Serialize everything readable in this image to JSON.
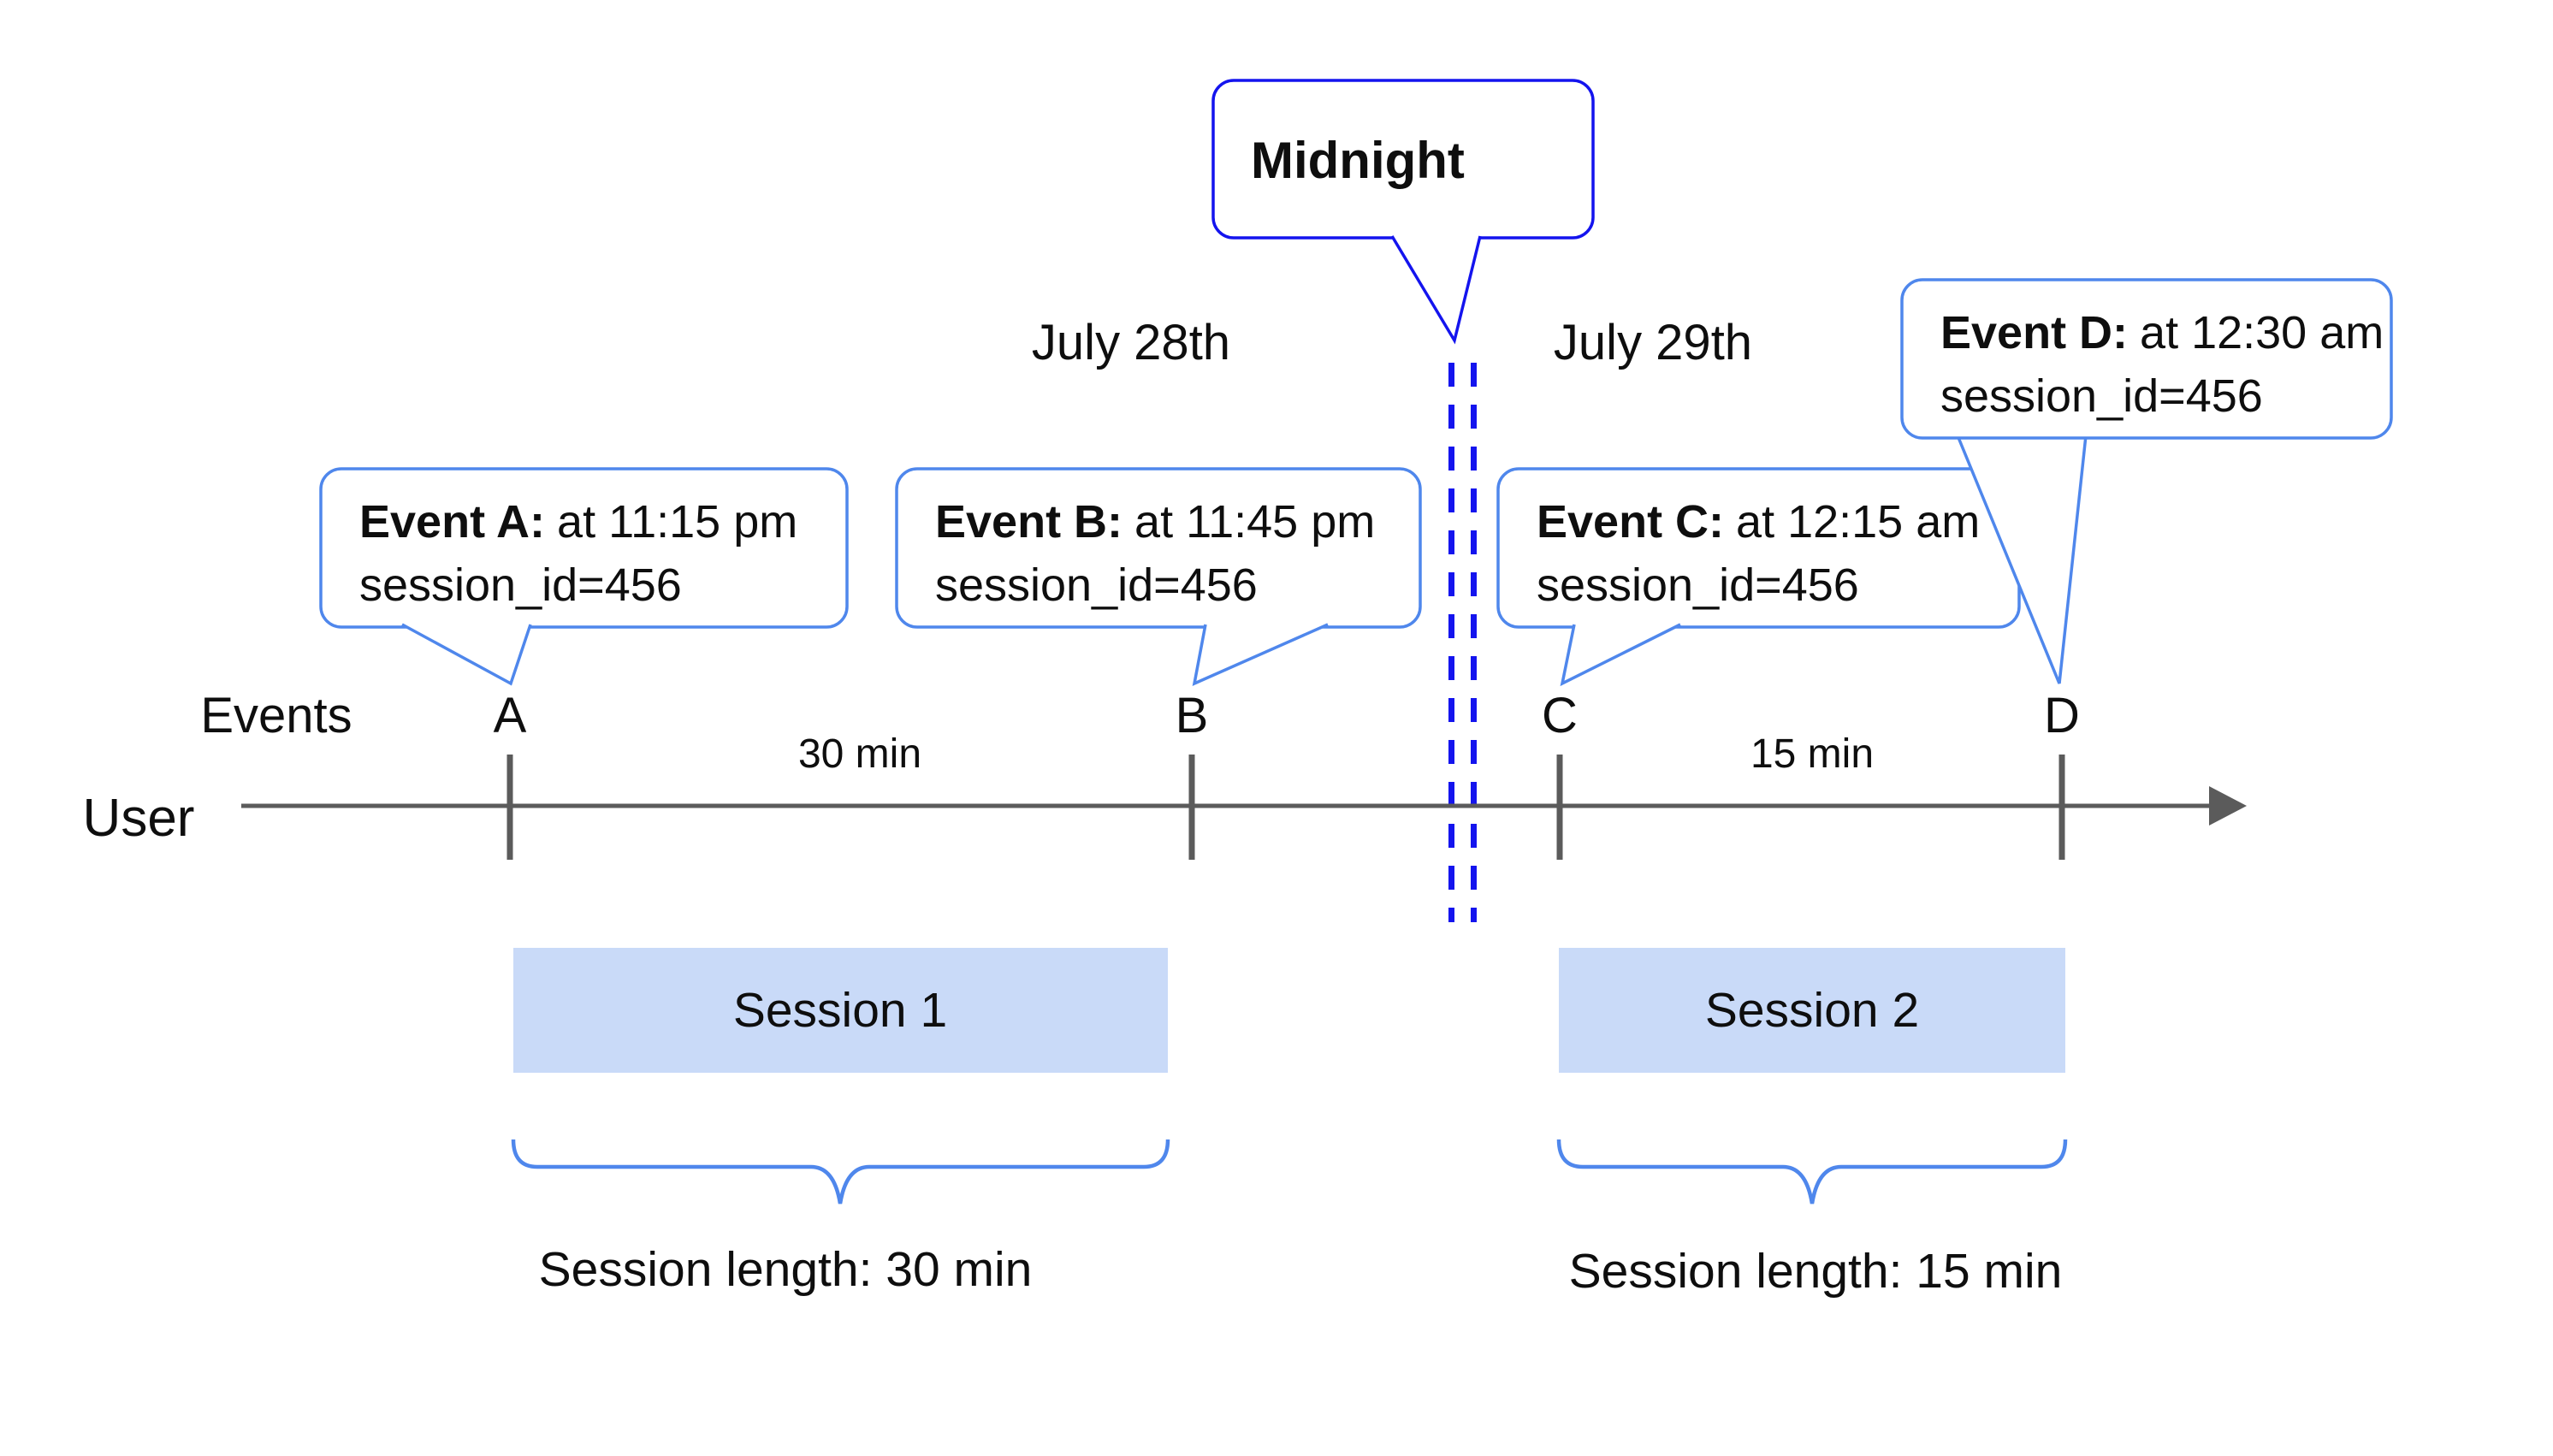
{
  "colors": {
    "callout_border": "#4f87ec",
    "midnight_blue": "#1414ee",
    "timeline": "#5b5b5b",
    "session_fill": "#c9daf8",
    "text": "#0e0e0e"
  },
  "dates": {
    "left": "July 28th",
    "right": "July 29th"
  },
  "midnight": {
    "label": "Midnight"
  },
  "axis": {
    "events_label": "Events",
    "user_label": "User",
    "tick_labels": [
      "A",
      "B",
      "C",
      "D"
    ],
    "interval_labels": [
      "30 min",
      "15 min"
    ]
  },
  "callouts": [
    {
      "bold": "Event A:",
      "rest": "at 11:15 pm",
      "line2": "session_id=456"
    },
    {
      "bold": "Event B:",
      "rest": "at 11:45 pm",
      "line2": "session_id=456"
    },
    {
      "bold": "Event C:",
      "rest": "at 12:15 am",
      "line2": "session_id=456"
    },
    {
      "bold": "Event D:",
      "rest": "at 12:30 am",
      "line2": "session_id=456"
    }
  ],
  "sessions": [
    {
      "label": "Session 1",
      "length_label": "Session length: 30 min"
    },
    {
      "label": "Session 2",
      "length_label": "Session length: 15 min"
    }
  ]
}
